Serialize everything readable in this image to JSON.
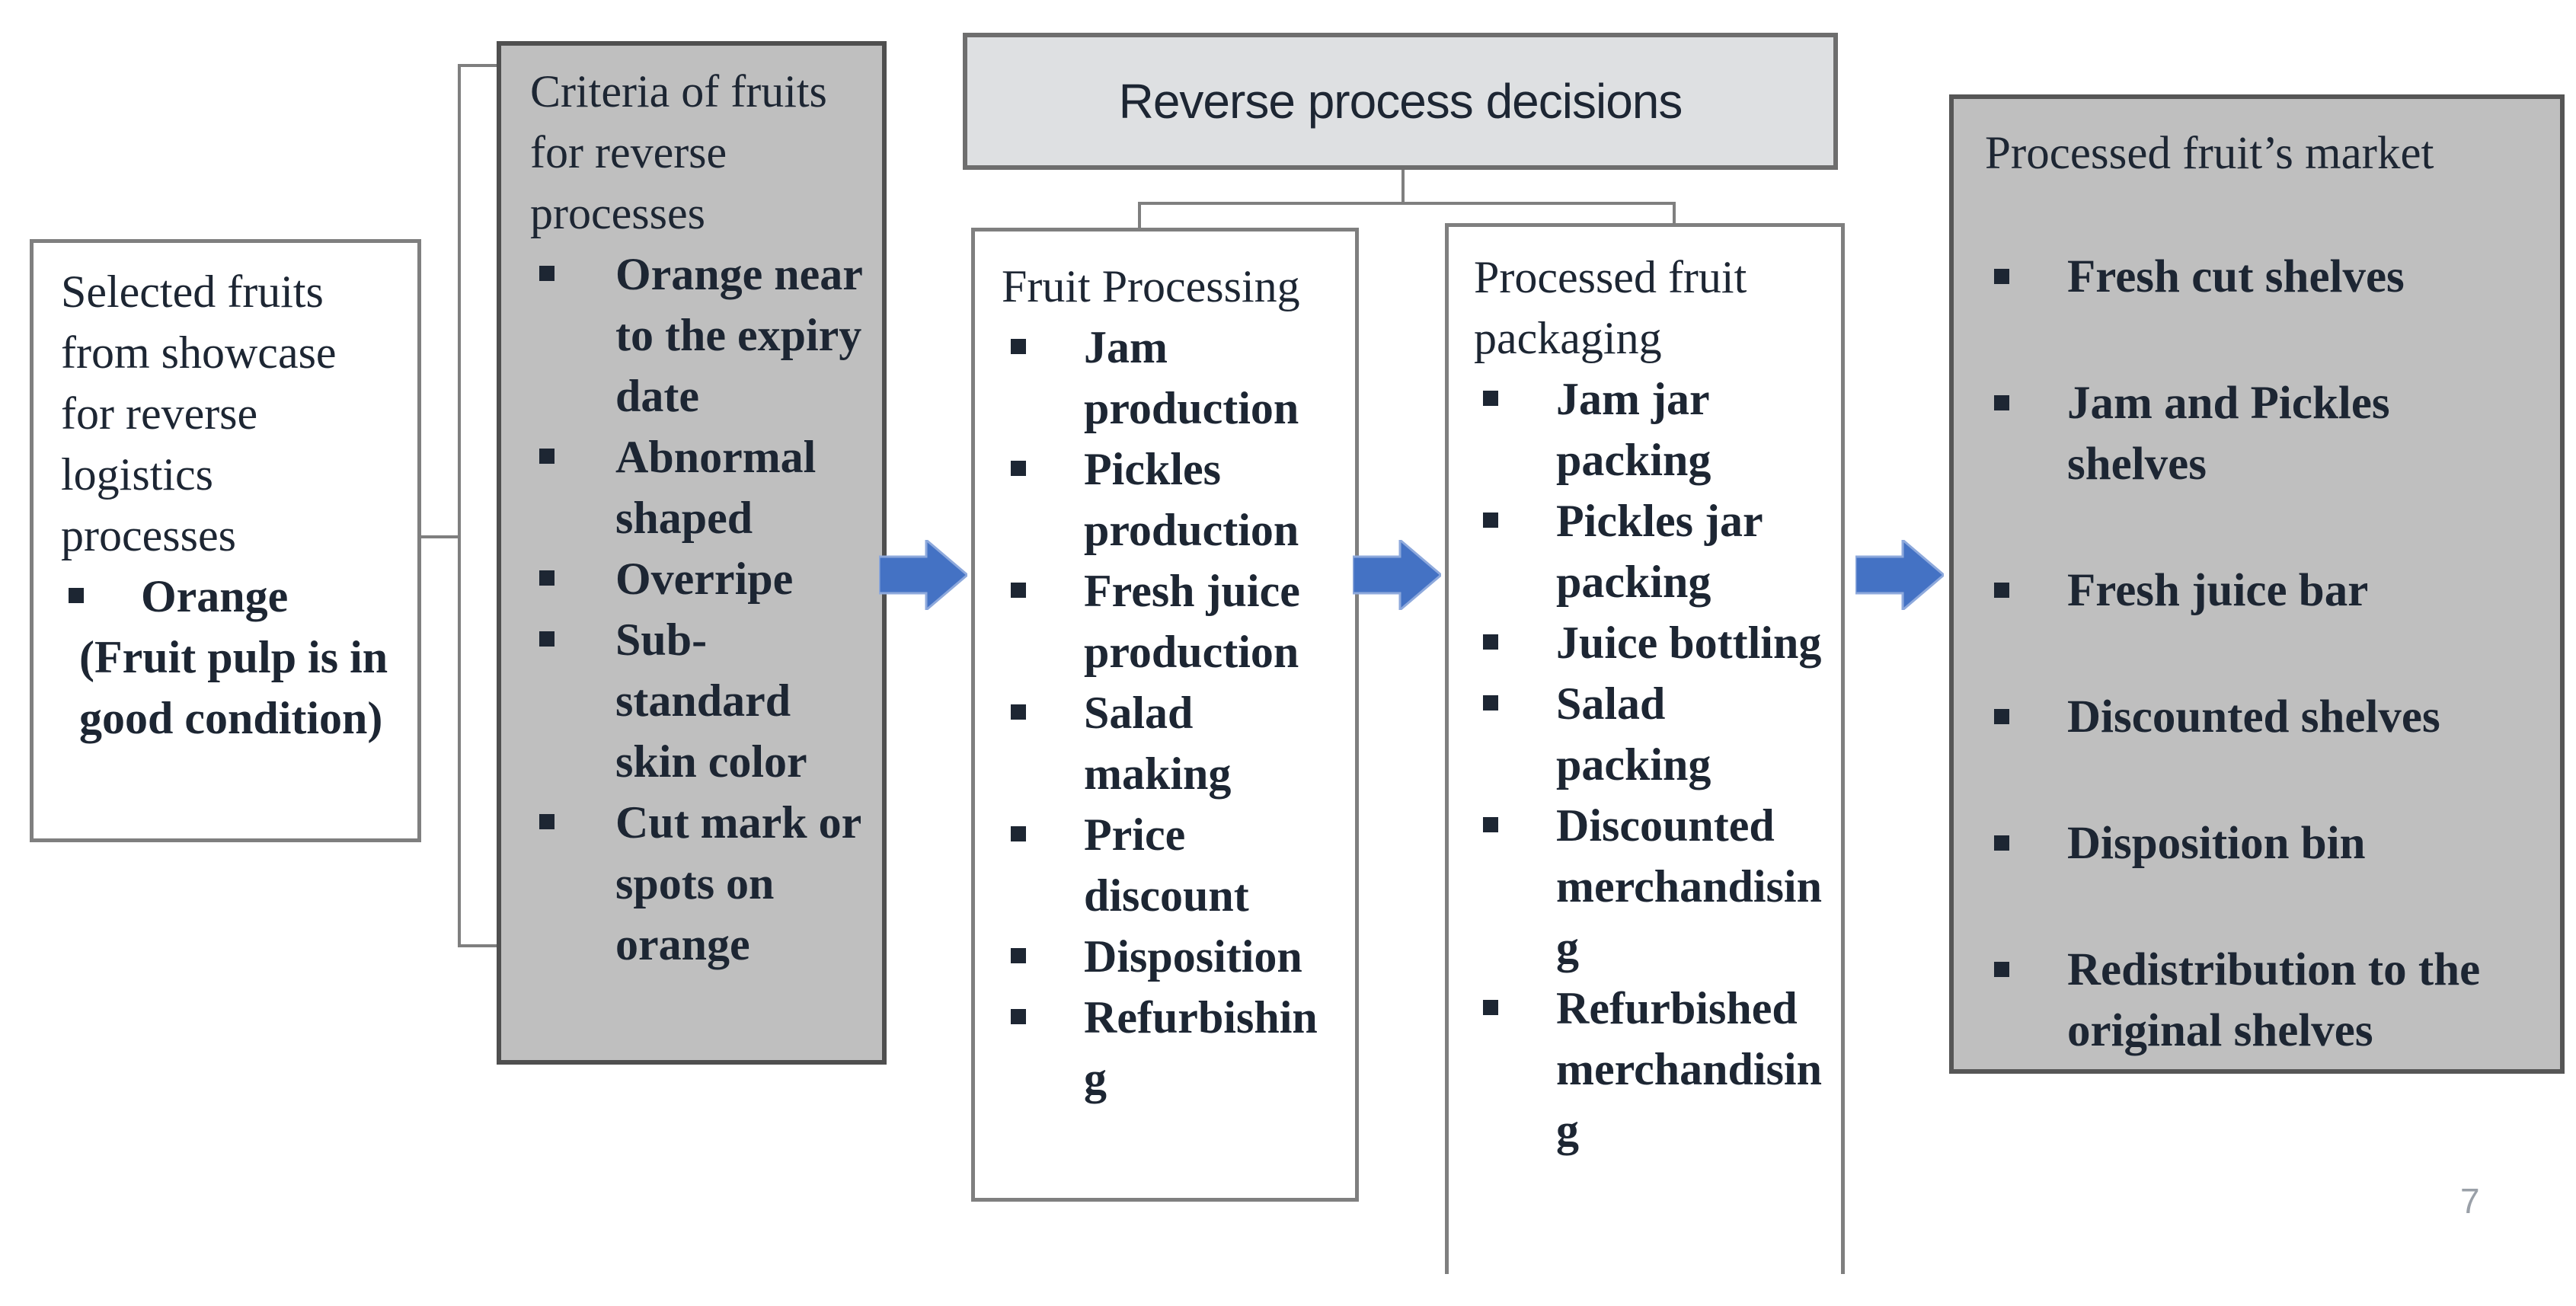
{
  "colors": {
    "arrow_blue": "#4472c4",
    "arrow_edge": "#8ea9dc",
    "box_gray_fill": "#bfbfbf",
    "header_gray_fill": "#dee0e2",
    "border_gray": "#7f7f7f",
    "text_dark": "#1d2633",
    "page_number_gray": "#9aa0a8"
  },
  "selected": {
    "title": "Selected fruits from showcase for reverse logistics processes",
    "items": [
      "Orange"
    ],
    "note": "(Fruit pulp is in good condition)"
  },
  "criteria": {
    "title": "Criteria of fruits for reverse processes",
    "items": [
      "Orange near to the expiry date",
      "Abnormal shaped",
      "Overripe",
      "Sub-standard skin color",
      "Cut mark or spots on orange"
    ]
  },
  "decisions": {
    "title": "Reverse process decisions"
  },
  "processing": {
    "title": "Fruit Processing",
    "items": [
      "Jam production",
      "Pickles production",
      "Fresh juice production",
      "Salad making",
      "Price discount",
      "Disposition",
      "Refurbishing"
    ]
  },
  "packaging": {
    "title": "Processed fruit packaging",
    "items": [
      "Jam jar packing",
      "Pickles jar packing",
      "Juice bottling",
      "Salad packing",
      "Discounted merchandising",
      "Refurbished merchandising"
    ]
  },
  "market": {
    "title": "Processed fruit’s market",
    "items": [
      "Fresh cut shelves",
      "Jam and Pickles shelves",
      "Fresh juice bar",
      "Discounted shelves",
      "Disposition bin",
      "Redistribution to the original shelves"
    ]
  },
  "page": {
    "number": "7"
  }
}
